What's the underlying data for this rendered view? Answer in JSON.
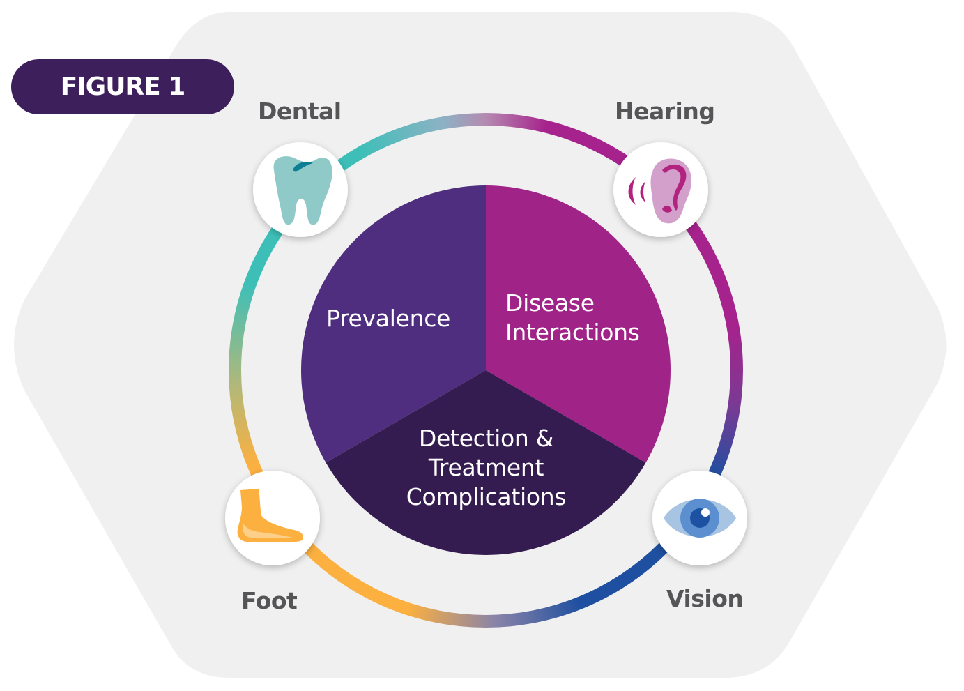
{
  "figure": {
    "badge_label": "FIGURE 1",
    "background_color": "#f0f0f0",
    "badge_color": "#3d1f5c"
  },
  "center_pie": {
    "segments": [
      {
        "name": "prevalence",
        "lines": [
          "Prevalence"
        ],
        "color": "#4f2d7f"
      },
      {
        "name": "disease-interactions",
        "lines": [
          "Disease",
          "Interactions"
        ],
        "color": "#a02387"
      },
      {
        "name": "detection-treatment",
        "lines": [
          "Detection &",
          "Treatment",
          "Complications"
        ],
        "color": "#351c50"
      }
    ]
  },
  "ring": {
    "colors": {
      "teal": "#3dbfb8",
      "magenta": "#a6228c",
      "blue": "#1f4fa0",
      "orange": "#fbb040"
    }
  },
  "categories": [
    {
      "name": "dental",
      "label": "Dental",
      "icon": "tooth-icon"
    },
    {
      "name": "hearing",
      "label": "Hearing",
      "icon": "ear-icon"
    },
    {
      "name": "foot",
      "label": "Foot",
      "icon": "foot-icon"
    },
    {
      "name": "vision",
      "label": "Vision",
      "icon": "eye-icon"
    }
  ]
}
